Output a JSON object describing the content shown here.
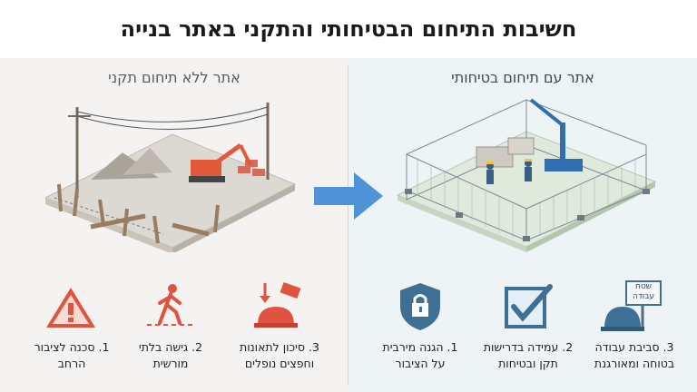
{
  "title": "חשיבות התיחום הבטיחותי והתקני באתר בנייה",
  "left_panel": {
    "subtitle": "אתר ללא תיחום תקני",
    "items": [
      {
        "label": "1. סכנה לציבור\nהרחב",
        "icon": "warning-triangle-icon"
      },
      {
        "label": "2. גישה בלתי\nמורשית",
        "icon": "walking-person-icon"
      },
      {
        "label": "3. סיכון לתאונות\nוחפצים נופלים",
        "icon": "falling-objects-icon"
      }
    ]
  },
  "right_panel": {
    "subtitle": "אתר עם תיחום בטיחותי",
    "items": [
      {
        "label": "1. הגנה מירבית\nעל הציבור",
        "icon": "shield-lock-icon"
      },
      {
        "label": "2. עמידה בדרישות\nתקן ובטיחות",
        "icon": "checkbox-icon"
      },
      {
        "label": "3. סביבת עבודה\nבטוחה ומאורגנת",
        "icon": "work-zone-helmet-icon",
        "sign_text": "שטח\nעבודה"
      }
    ]
  },
  "colors": {
    "danger": "#e0533f",
    "safe": "#3e6f94",
    "arrow": "#4e93d8"
  }
}
